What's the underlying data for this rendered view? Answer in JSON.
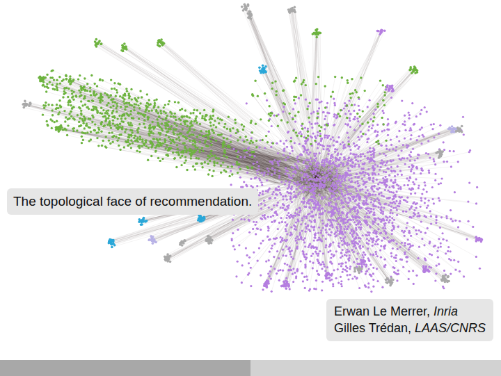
{
  "diagram": {
    "nodes": [
      {
        "text": [
          "The topological face of recommendation."
        ]
      },
      {
        "text": [
          "Erwan Le Merrer, Inria",
          "Gilles Trédan, LAAS/CNRS"
        ]
      }
    ]
  }
}
